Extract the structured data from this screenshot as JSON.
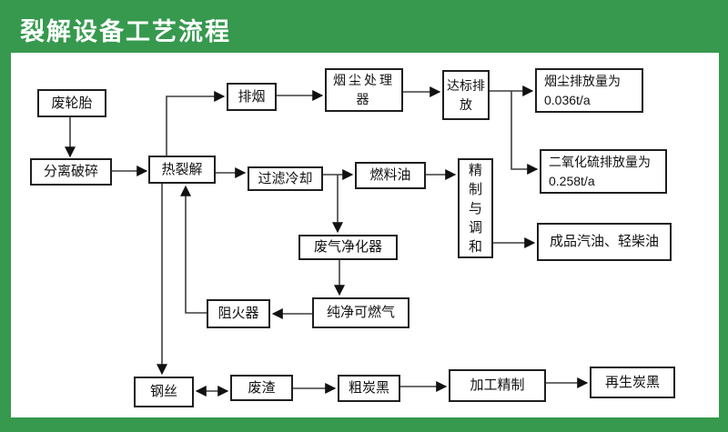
{
  "header": {
    "title": "裂解设备工艺流程"
  },
  "colors": {
    "frame_green": "#36994E",
    "box_border": "#1f1f1f",
    "line": "#3f3f3f"
  },
  "flowchart": {
    "nodes": {
      "waste_tire": {
        "label": "废轮胎"
      },
      "separate_crush": {
        "label": "分离破碎"
      },
      "pyrolysis": {
        "label": "热裂解"
      },
      "smoke_exhaust": {
        "label": "排烟"
      },
      "dust_processor": {
        "label": "烟尘处理器"
      },
      "standard_emission": {
        "label": "达标排放"
      },
      "dust_emission": {
        "label": "烟尘排放量为",
        "value": "0.036t/a"
      },
      "filter_cooling": {
        "label": "过滤冷却"
      },
      "fuel_oil": {
        "label": "燃料油"
      },
      "refine_blend": {
        "label": "精制与调和",
        "label_vertical": "精\n制\n与\n调\n和"
      },
      "so2_emission": {
        "label": "二氧化硫排放量为",
        "value": "0.258t/a"
      },
      "gas_purifier": {
        "label": "废气净化器"
      },
      "finished_oil": {
        "label": "成品汽油、轻柴油"
      },
      "pure_gas": {
        "label": "纯净可燃气"
      },
      "flame_arrester": {
        "label": "阻火器"
      },
      "steel_wire": {
        "label": "钢丝"
      },
      "waste_residue": {
        "label": "废渣"
      },
      "crude_carbon_black": {
        "label": "粗炭黑"
      },
      "processing_refine": {
        "label": "加工精制"
      },
      "regen_carbon_black": {
        "label": "再生炭黑"
      }
    },
    "edges": [
      {
        "from": "waste_tire",
        "to": "separate_crush"
      },
      {
        "from": "separate_crush",
        "to": "pyrolysis"
      },
      {
        "from": "pyrolysis",
        "to": "smoke_exhaust"
      },
      {
        "from": "smoke_exhaust",
        "to": "dust_processor"
      },
      {
        "from": "dust_processor",
        "to": "standard_emission"
      },
      {
        "from": "standard_emission",
        "to": "dust_emission"
      },
      {
        "from": "standard_emission",
        "to": "so2_emission"
      },
      {
        "from": "pyrolysis",
        "to": "filter_cooling"
      },
      {
        "from": "filter_cooling",
        "to": "fuel_oil"
      },
      {
        "from": "filter_cooling",
        "to": "gas_purifier"
      },
      {
        "from": "fuel_oil",
        "to": "refine_blend"
      },
      {
        "from": "refine_blend",
        "to": "finished_oil"
      },
      {
        "from": "gas_purifier",
        "to": "pure_gas"
      },
      {
        "from": "pure_gas",
        "to": "flame_arrester"
      },
      {
        "from": "flame_arrester",
        "to": "pyrolysis"
      },
      {
        "from": "pyrolysis",
        "to": "steel_wire"
      },
      {
        "from": "steel_wire",
        "to": "waste_residue",
        "bidirectional": true
      },
      {
        "from": "waste_residue",
        "to": "crude_carbon_black"
      },
      {
        "from": "crude_carbon_black",
        "to": "processing_refine"
      },
      {
        "from": "processing_refine",
        "to": "regen_carbon_black"
      }
    ]
  }
}
